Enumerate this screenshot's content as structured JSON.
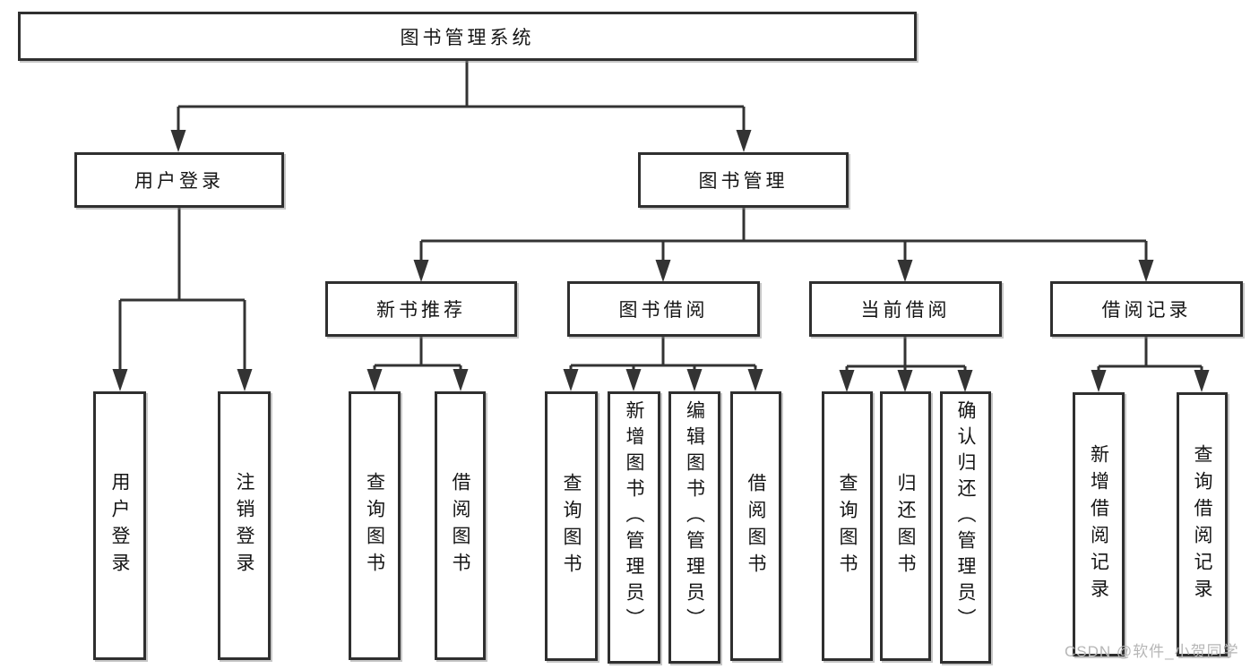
{
  "tree": {
    "root": "图书管理系统",
    "branches": [
      {
        "label": "用户登录",
        "children": [
          "用户登录",
          "注销登录"
        ]
      },
      {
        "label": "图书管理",
        "sections": [
          {
            "label": "新书推荐",
            "children": [
              "查询图书",
              "借阅图书"
            ]
          },
          {
            "label": "图书借阅",
            "children": [
              "查询图书",
              "新增图书（管理员）",
              "编辑图书（管理员）",
              "借阅图书"
            ]
          },
          {
            "label": "当前借阅",
            "children": [
              "查询图书",
              "归还图书",
              "确认归还（管理员）"
            ]
          },
          {
            "label": "借阅记录",
            "children": [
              "新增借阅记录",
              "查询借阅记录"
            ]
          }
        ]
      }
    ]
  },
  "watermark": "CSDN @软件_小贺同学",
  "colors": {
    "line": "#333333",
    "box_border": "#2f2f2f",
    "text": "#151515",
    "watermark": "#b6b6b6",
    "background": "#ffffff"
  }
}
